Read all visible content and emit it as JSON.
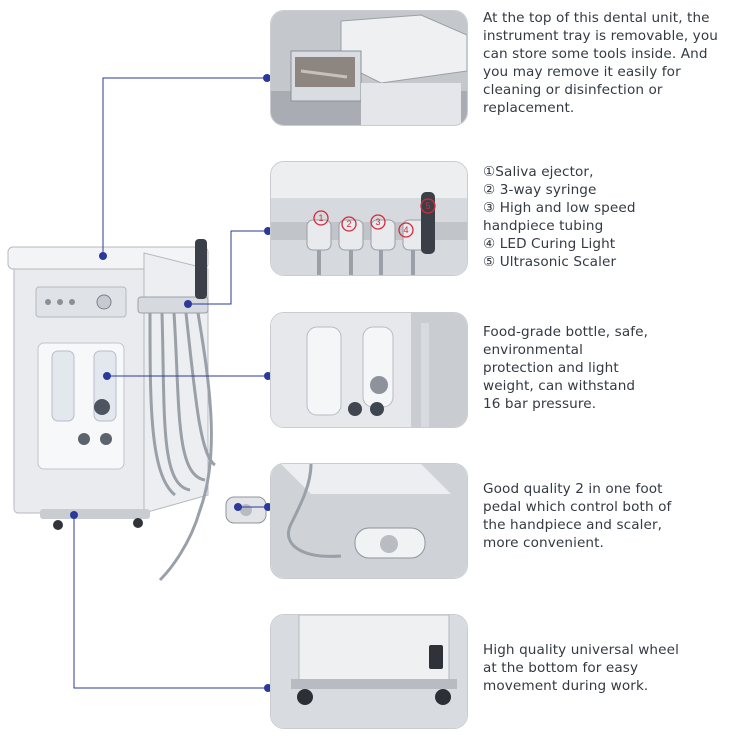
{
  "features": [
    {
      "id": "instrument-tray",
      "lines": [
        "At the top of this dental unit, the",
        "instrument tray is removable, you",
        "can store some tools inside. And",
        "you may remove it easily for",
        "cleaning or disinfection or",
        "replacement."
      ]
    },
    {
      "id": "instrument-holders",
      "lines": [
        "①Saliva ejector,",
        "② 3-way syringe",
        "③ High and low speed",
        "handpiece tubing",
        "④ LED Curing Light",
        "⑤ Ultrasonic Scaler"
      ],
      "markers": [
        "1",
        "2",
        "3",
        "4",
        "5"
      ]
    },
    {
      "id": "water-bottle",
      "lines": [
        "Food-grade bottle, safe,",
        "environmental",
        "protection and light",
        "weight, can withstand",
        "16 bar pressure."
      ]
    },
    {
      "id": "foot-pedal",
      "lines": [
        "Good quality 2 in one foot",
        "pedal which control both of",
        "the handpiece and scaler,",
        "more convenient."
      ]
    },
    {
      "id": "wheels",
      "lines": [
        "High quality universal wheel",
        "at the bottom for easy",
        "movement during work."
      ]
    }
  ],
  "colors": {
    "leader_line": "#2b3a9a",
    "marker_red": "#d42a3a",
    "caption_text": "#333a44"
  },
  "icons": [
    "leader-dot-icon",
    "callout-number-icon"
  ]
}
